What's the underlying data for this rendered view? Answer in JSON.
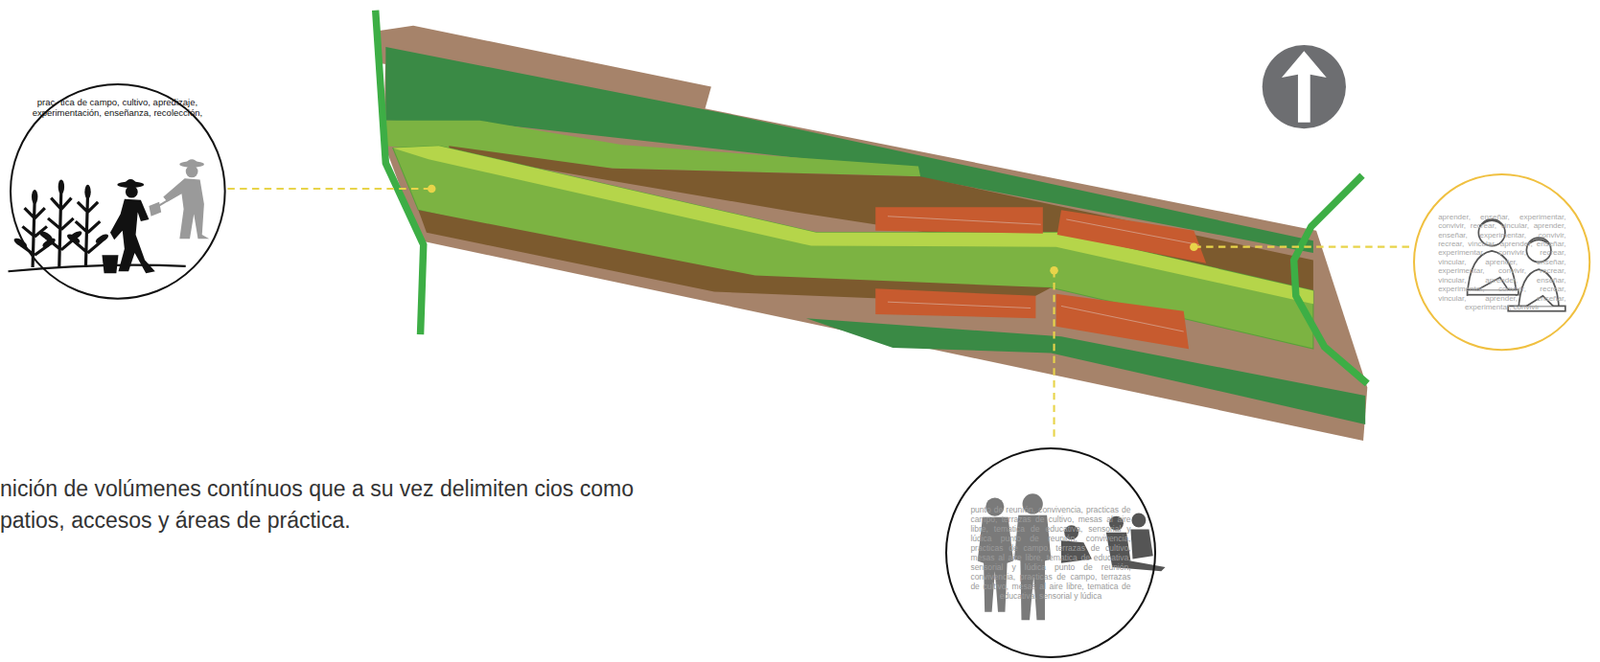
{
  "diagram": {
    "caption": "nición de volúmenes contínuos que a su vez delimiten cios como patios, accesos y áreas de práctica.",
    "nodes": [
      {
        "text": [
          "prac- tica de campo, cultivo, apredizaje, experimentación, enseñanza, recolección,"
        ]
      },
      {
        "text": [
          "aprender, enseñar, experimentar, convivir, recrear, vincular, aprender, enseñar, experimentar, convivir, recrear, vincular, aprender, enseñar, experimentar, convivir, recrear, vincular, aprender, enseñar, experimentar, convivir, recrear, vincular, aprender, enseñar, experimentar, convivir, recrear, vincular, aprender, enseñar, experimentar, convivir"
        ]
      },
      {
        "text": [
          "punto de reunión, convivencia, practicas de campo, terrazas de cultivo, mesas al aire libre, tematica de educativa, sensorial y lúdica punto de reunión, convivencia, practicas de campo, terrazas de cultivo, mesas al aire libre, tematica de educativa, sensorial y lúdica punto de reunión, convivencia, practicas de campo, terrazas de cultivo, mesas al aire libre, tematica de educativa, sensorial y lúdica"
        ]
      }
    ]
  }
}
